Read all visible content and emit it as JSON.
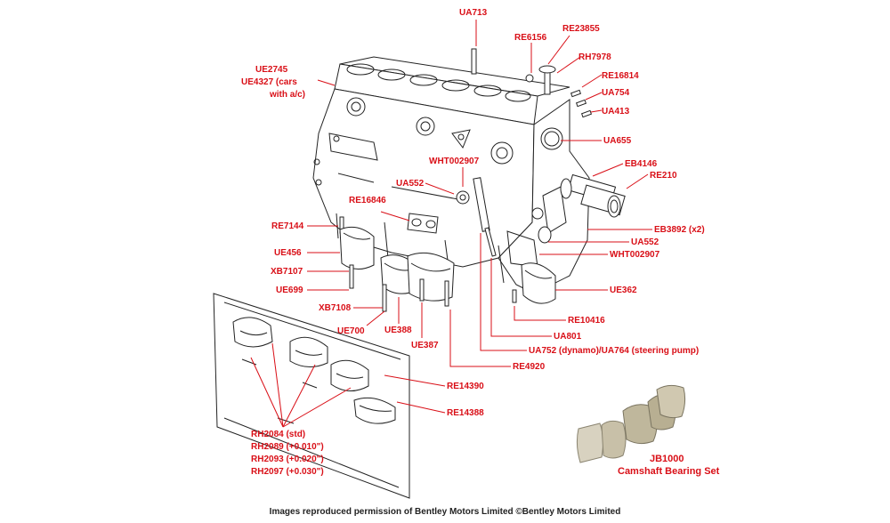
{
  "labels": {
    "ua713": "UA713",
    "re6156": "RE6156",
    "re23855": "RE23855",
    "rh7978": "RH7978",
    "re16814": "RE16814",
    "ua754": "UA754",
    "ua413": "UA413",
    "ua655": "UA655",
    "eb4146": "EB4146",
    "re210": "RE210",
    "eb3892": "EB3892 (x2)",
    "ua552_right": "UA552",
    "wht002907_right": "WHT002907",
    "ue362": "UE362",
    "re10416": "RE10416",
    "ua801": "UA801",
    "ua752": "UA752 (dynamo)/UA764 (steering pump)",
    "re4920": "RE4920",
    "re14390": "RE14390",
    "re14388": "RE14388",
    "ue2745": "UE2745",
    "ue4327_line1": "UE4327 (cars",
    "ue4327_line2": "with a/c)",
    "wht002907_left": "WHT002907",
    "ua552_left": "UA552",
    "re16846": "RE16846",
    "re7144": "RE7144",
    "ue456": "UE456",
    "xb7107": "XB7107",
    "ue699": "UE699",
    "xb7108": "XB7108",
    "ue700": "UE700",
    "ue388": "UE388",
    "ue387": "UE387",
    "rh2084": "RH2084 (std)",
    "rh2089": "RH2089 (+0.010\")",
    "rh2093": "RH2093 (+0.020\")",
    "rh2097": "RH2097 (+0.030\")"
  },
  "bearing_kit": {
    "part_number": "JB1000",
    "name": "Camshaft Bearing Set"
  },
  "credit": "Images reproduced permission of Bentley Motors Limited ©Bentley Motors Limited",
  "colors": {
    "callout": "#d90f17",
    "linework": "#222222",
    "background": "#ffffff",
    "bearing_metal": "#c8c0a8"
  }
}
